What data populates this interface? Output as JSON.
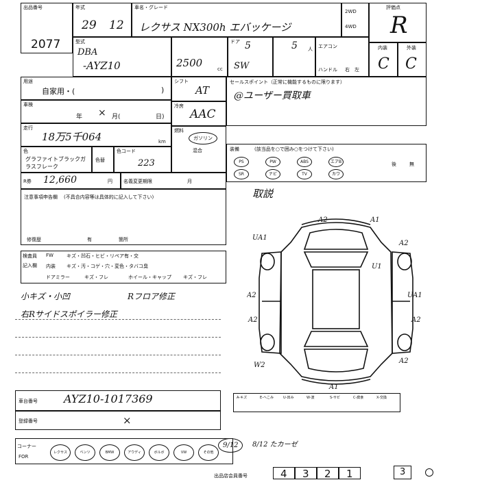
{
  "header": {
    "lot_label": "出品番号",
    "lot_number": "2077",
    "year_label": "年式",
    "year": "29",
    "month": "12",
    "model_label": "車名・グレード",
    "model": "レクサス NX300h エバッケージ",
    "drive_2wd": "2WD",
    "drive_4wd": "4WD",
    "grade_label": "評価点",
    "grade": "R"
  },
  "row2": {
    "type_label": "型式",
    "chassis_code_line1": "DBA",
    "chassis_code_line2": "-AYZ10",
    "displacement": "2500",
    "cc_label": "cc",
    "doors_label": "ドア",
    "doors": "5",
    "body": "SW",
    "seats": "5",
    "seats_unit": "人",
    "aircon_label": "エアコン",
    "handle_label": "ハンドル",
    "handle_right": "右",
    "handle_left": "左",
    "interior_label": "内装",
    "exterior_label": "外装",
    "interior": "C",
    "exterior": "C"
  },
  "usage": {
    "label": "用途",
    "value": "自家用・(",
    "paren_close": ")",
    "shift_label": "シフト",
    "shift": "AT",
    "aircon_label": "冷房",
    "aircon": "AAC",
    "sales_point_label": "セールスポイント（正常に機能するものに限ります）",
    "sales_point": "@ユーザー買取車"
  },
  "inspection": {
    "label": "車検",
    "year_unit": "年",
    "month_value": "×",
    "month_unit": "月(",
    "day_unit": "日)"
  },
  "mileage": {
    "label": "走行",
    "value": "18万5千064",
    "km": "km",
    "fuel_label": "燃料",
    "fuel_gasoline": "ガソリン",
    "fuel_mixed": "混合"
  },
  "color": {
    "label": "色",
    "value": "グラファイトブラックガラスフレーク",
    "color_change_label": "色替",
    "code_label": "色コード",
    "code": "223"
  },
  "tax": {
    "label": "R券",
    "value": "12,660",
    "unit": "円",
    "meigi_label": "名義変更期限",
    "meigi_month": "月"
  },
  "equipment": {
    "label": "装備",
    "note": "(該当品を○で囲み○をつけて下さい)",
    "items": [
      "PS",
      "PW",
      "ABS",
      "エアB",
      "SR",
      "ナビ",
      "TV",
      "カワ"
    ],
    "rear_label": "後",
    "none_label": "無",
    "handwritten": "取説"
  },
  "notes": {
    "label": "注意事項申告欄",
    "hint": "(不具合内容等は具体的に記入して下さい)",
    "repair_label": "修復歴",
    "repair_have": "有",
    "repair_place": "箇所"
  },
  "inspector": {
    "label1": "検査員",
    "label2": "記入欄",
    "rows": [
      [
        "FW",
        "キズ・凹石・ヒビ・リペア有・交"
      ],
      [
        "内装",
        "キズ・汚・コゲ・穴・変色・タバコ臭"
      ],
      [
        "ドアミラー",
        "キズ・フレ",
        "ホイール・キャップ",
        "キズ・フレ"
      ]
    ],
    "remarks": [
      "小キズ・小凹",
      "右Rサイドスポイラー修正",
      "Rフロア修正"
    ]
  },
  "diagram": {
    "marks": [
      "A2",
      "A1",
      "UA1",
      "A2",
      "U1",
      "A2",
      "UA1",
      "A2",
      "A2",
      "W2",
      "A2",
      "A1"
    ]
  },
  "chassis": {
    "label": "車台番号",
    "value": "AYZ10-1017369",
    "reg_label": "登録番号",
    "reg_value": "×"
  },
  "footer": {
    "corner_label": "コーナー",
    "for_label": "FOR",
    "circles": [
      "レクサス",
      "ベンツ",
      "BMW",
      "アウディ",
      "ボルボ",
      "VW",
      "その他"
    ],
    "stamp": "9/12",
    "stamp_note": "8/12 たカーゼ",
    "store_label": "出品店会員番号",
    "store_number": [
      "4",
      "3",
      "2",
      "1"
    ],
    "page": "3"
  },
  "small_legend": {
    "items": [
      "A-キズ",
      "E-へこみ",
      "U-凹み",
      "W-波",
      "S-サビ",
      "C-腐食",
      "X-交換"
    ]
  }
}
